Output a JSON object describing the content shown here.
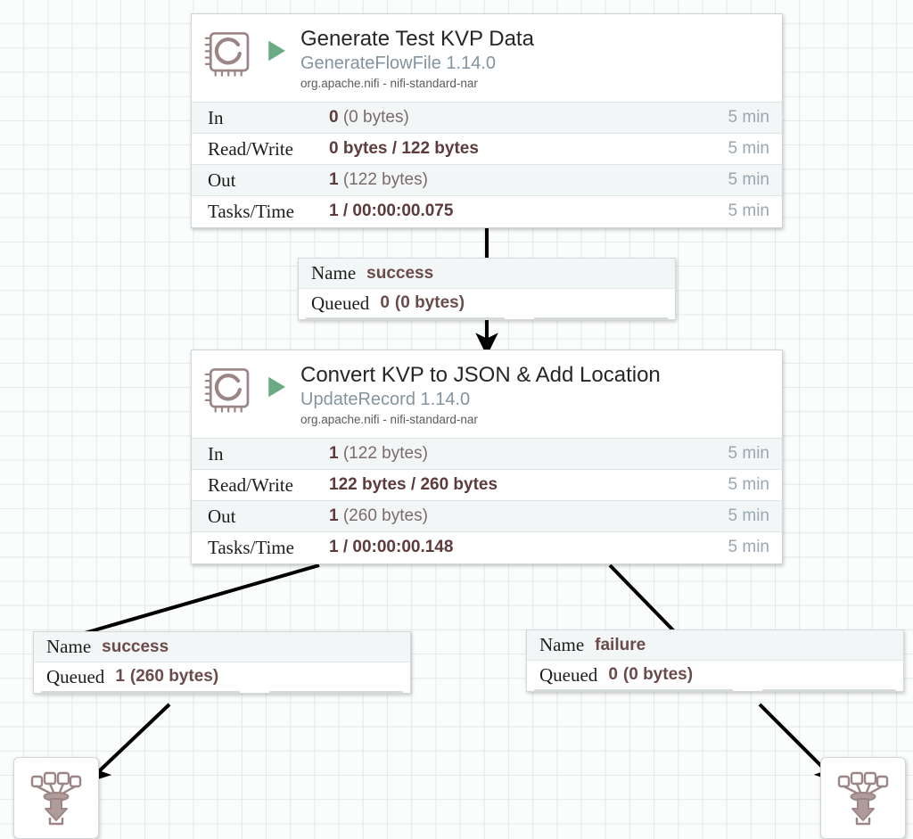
{
  "canvas": {
    "background_color": "#fbfcfc",
    "grid_color": "#e3eaea"
  },
  "theme": {
    "accent_running": "#6aab84",
    "stat_value_color": "#5e3b3b",
    "type_text_color": "#83949e",
    "time_text_color": "#9aa7b0",
    "icon_color": "#9c8585"
  },
  "processors": [
    {
      "name": "Generate Test KVP Data",
      "type": "GenerateFlowFile 1.14.0",
      "bundle": "org.apache.nifi - nifi-standard-nar",
      "run_status_icon": "play-icon",
      "processor_icon": "processor-chip-icon",
      "stats": [
        {
          "label": "In",
          "value_bold": "0",
          "value_muted": "(0 bytes)",
          "time": "5 min"
        },
        {
          "label": "Read/Write",
          "value_bold": "0 bytes / 122 bytes",
          "value_muted": "",
          "time": "5 min"
        },
        {
          "label": "Out",
          "value_bold": "1",
          "value_muted": "(122 bytes)",
          "time": "5 min"
        },
        {
          "label": "Tasks/Time",
          "value_bold": "1 / 00:00:00.075",
          "value_muted": "",
          "time": "5 min"
        }
      ]
    },
    {
      "name": "Convert KVP to JSON & Add Location",
      "type": "UpdateRecord 1.14.0",
      "bundle": "org.apache.nifi - nifi-standard-nar",
      "run_status_icon": "play-icon",
      "processor_icon": "processor-chip-icon",
      "stats": [
        {
          "label": "In",
          "value_bold": "1",
          "value_muted": "(122 bytes)",
          "time": "5 min"
        },
        {
          "label": "Read/Write",
          "value_bold": "122 bytes / 260 bytes",
          "value_muted": "",
          "time": "5 min"
        },
        {
          "label": "Out",
          "value_bold": "1",
          "value_muted": "(260 bytes)",
          "time": "5 min"
        },
        {
          "label": "Tasks/Time",
          "value_bold": "1 / 00:00:00.148",
          "value_muted": "",
          "time": "5 min"
        }
      ]
    }
  ],
  "connections": [
    {
      "name_key": "Name",
      "name_value": "success",
      "queued_key": "Queued",
      "queued_count": "0",
      "queued_size": "(0 bytes)"
    },
    {
      "name_key": "Name",
      "name_value": "success",
      "queued_key": "Queued",
      "queued_count": "1",
      "queued_size": "(260 bytes)"
    },
    {
      "name_key": "Name",
      "name_value": "failure",
      "queued_key": "Queued",
      "queued_count": "0",
      "queued_size": "(0 bytes)"
    }
  ],
  "funnels": [
    {
      "icon": "funnel-icon"
    },
    {
      "icon": "funnel-icon"
    }
  ]
}
